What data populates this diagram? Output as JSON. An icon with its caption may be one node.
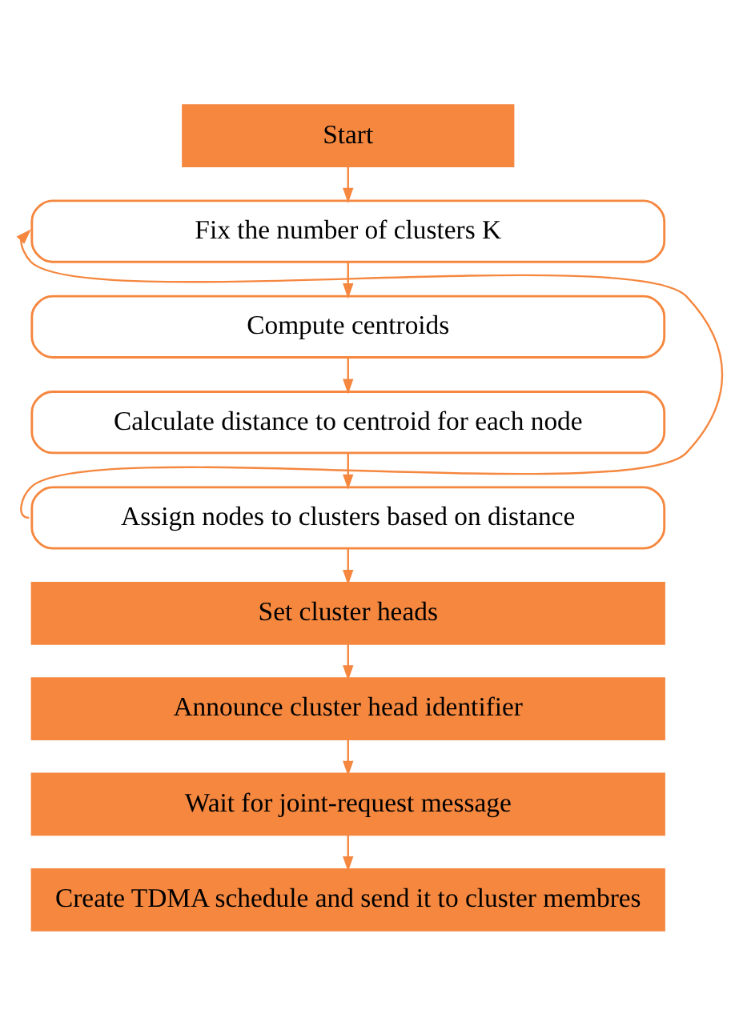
{
  "diagram": {
    "nodes": [
      {
        "text": [
          "Start"
        ]
      },
      {
        "text": [
          "Fix the number of clusters K"
        ]
      },
      {
        "text": [
          "Compute centroids"
        ]
      },
      {
        "text": [
          "Calculate distance to centroid for each node"
        ]
      },
      {
        "text": [
          "Assign nodes to clusters based on distance"
        ]
      },
      {
        "text": [
          "Set cluster heads"
        ]
      },
      {
        "text": [
          "Announce cluster head identifier"
        ]
      },
      {
        "text": [
          "Wait for joint-request message"
        ]
      },
      {
        "text": [
          "Create TDMA schedule and send it to cluster membres"
        ]
      }
    ],
    "edges": [
      {
        "from": 0,
        "to": 1,
        "arrow": "to"
      },
      {
        "from": 1,
        "to": 2,
        "arrow": "to"
      },
      {
        "from": 2,
        "to": 3,
        "arrow": "to"
      },
      {
        "from": 3,
        "to": 4,
        "arrow": "to"
      },
      {
        "from": 4,
        "to": 5,
        "arrow": "to"
      },
      {
        "from": 5,
        "to": 6,
        "arrow": "to"
      },
      {
        "from": 6,
        "to": 7,
        "arrow": "to"
      },
      {
        "from": 7,
        "to": 8,
        "arrow": "to"
      },
      {
        "from": 4,
        "to": 1,
        "arrow": "to"
      }
    ]
  }
}
